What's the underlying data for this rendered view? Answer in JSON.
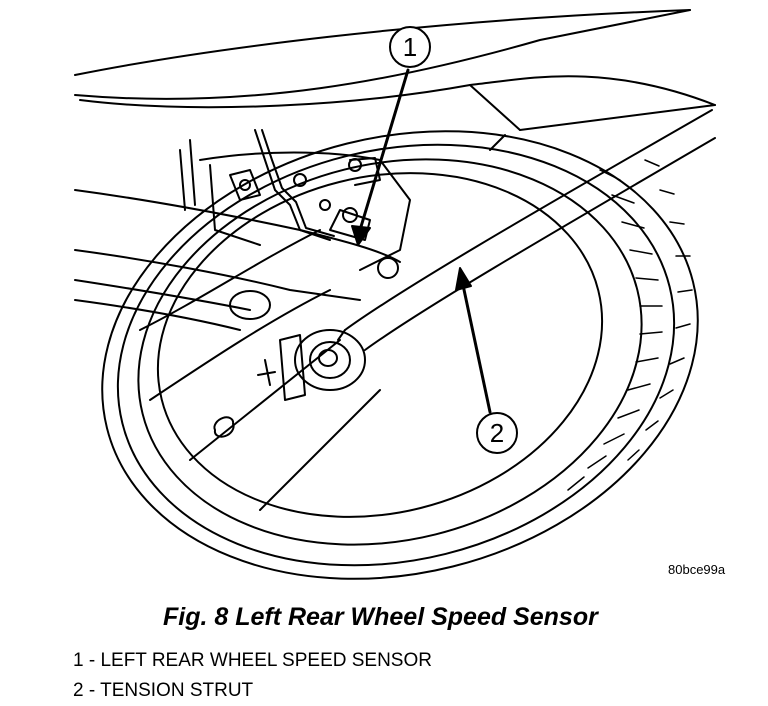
{
  "figure": {
    "image_code": "80bce99a",
    "caption": "Fig. 8 Left Rear Wheel Speed Sensor",
    "callouts": [
      "1",
      "2"
    ],
    "legend": [
      "1 - LEFT REAR WHEEL SPEED SENSOR",
      "2 - TENSION STRUT"
    ]
  },
  "colors": {
    "line": "#000000",
    "background": "#ffffff"
  }
}
